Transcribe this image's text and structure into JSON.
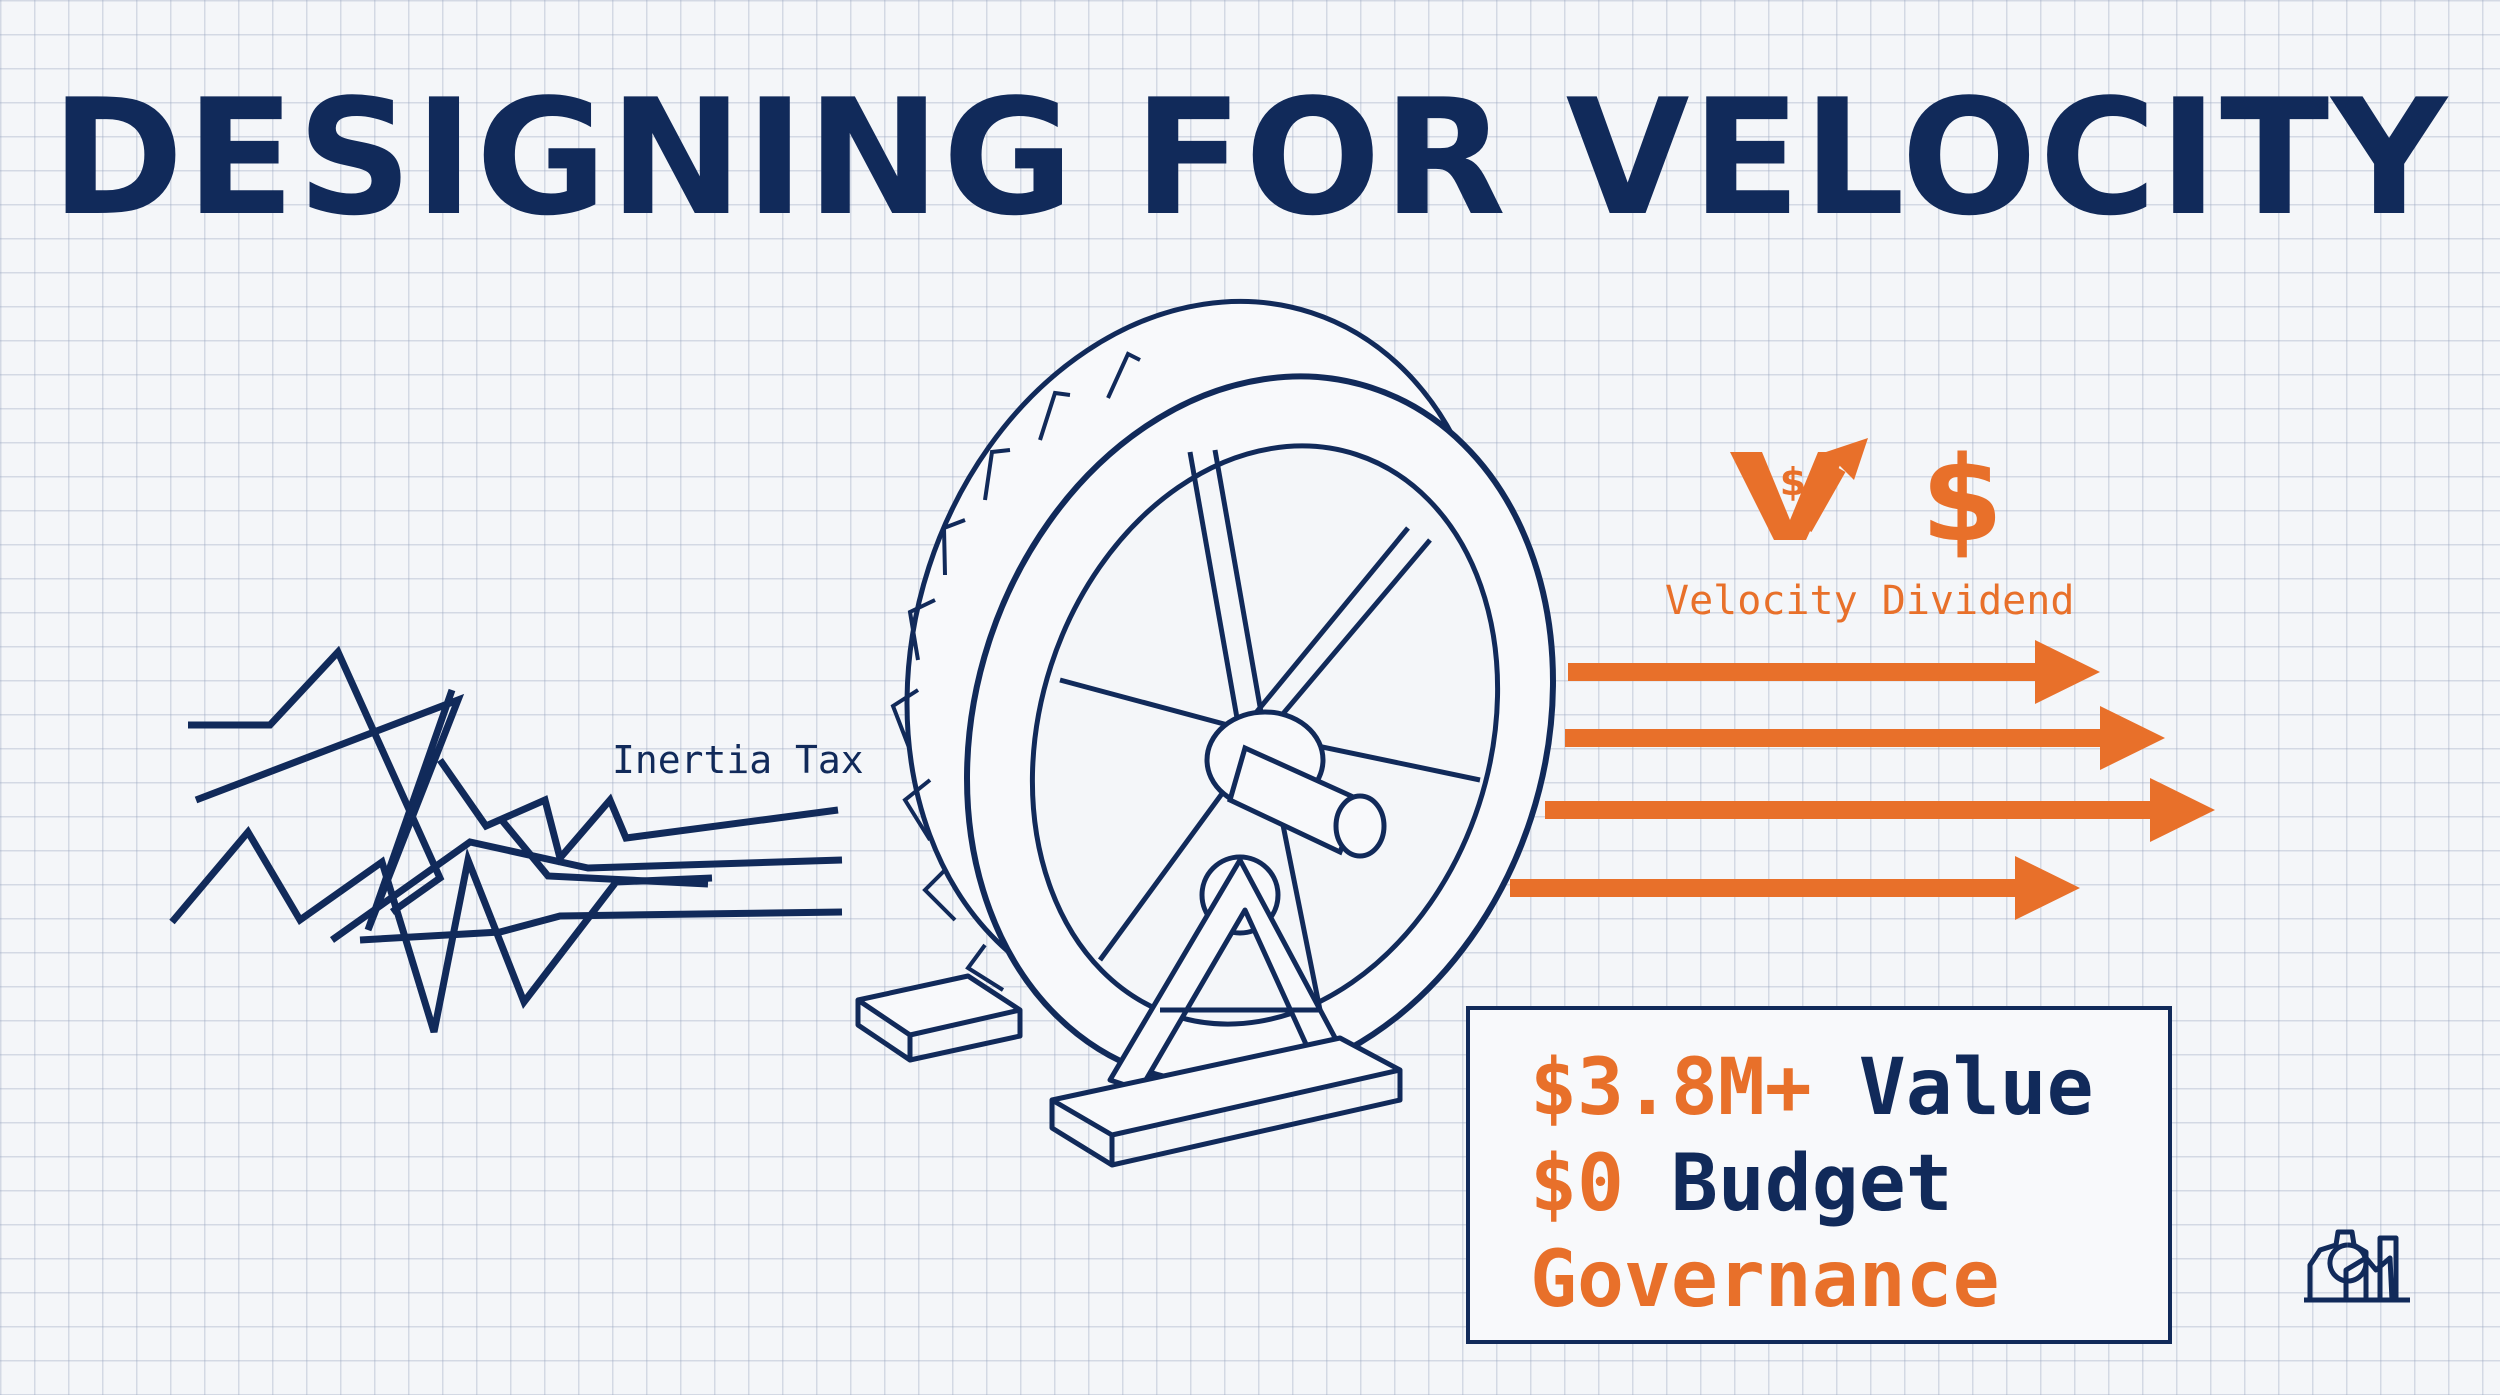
{
  "title": "DESIGNING FOR VELOCITY",
  "inertia_label": "Inertia Tax",
  "dividend_label": "Velocity Dividend",
  "value_box": {
    "line1_highlight": "$3.8M+",
    "line1_text": "Value",
    "line2_highlight": "$0",
    "line2_text": "Budget",
    "line3": "Governance"
  },
  "icons": [
    "zigzag-chaos-lines",
    "flywheel",
    "velocity-dollar-arrow-icon",
    "dollar-icon",
    "output-arrows",
    "gear-factory-icon"
  ],
  "colors": {
    "navy": "#112a5a",
    "orange": "#e8702a",
    "grid": "#c8d0de",
    "background": "#f4f6f9"
  }
}
